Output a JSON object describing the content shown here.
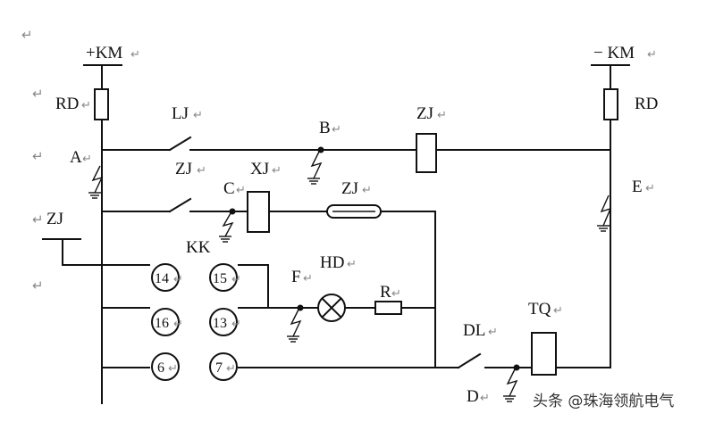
{
  "labels": {
    "plus_km": "+KM",
    "minus_km": "− KM",
    "rd_left": "RD",
    "rd_right": "RD",
    "lj": "LJ",
    "b": "B",
    "zj_top": "ZJ",
    "a": "A",
    "zj_contact": "ZJ",
    "xj": "XJ",
    "c": "C",
    "zj_resistor": "ZJ",
    "e": "E",
    "zj_side": "ZJ",
    "kk": "KK",
    "hd": "HD",
    "f": "F",
    "r": "R",
    "dl": "DL",
    "tq": "TQ",
    "d": "D"
  },
  "terminals": {
    "t14": "14",
    "t15": "15",
    "t16": "16",
    "t13": "13",
    "t6": "6",
    "t7": "7"
  },
  "return_mark": "↵",
  "watermark": "头条 @珠海领航电气"
}
